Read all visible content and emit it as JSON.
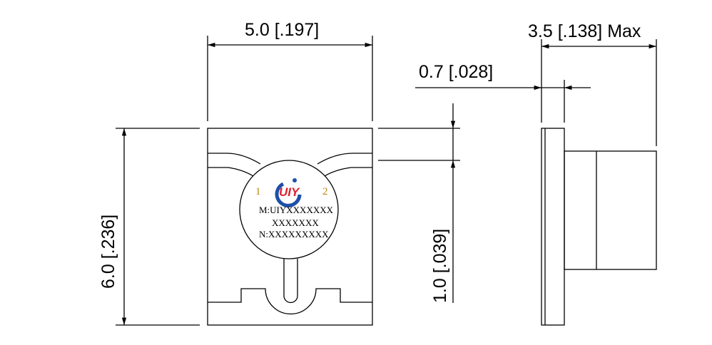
{
  "dimensions": {
    "width": "5.0 [.197]",
    "height": "6.0 [.236]",
    "tab": "1.0 [.039]",
    "flange": "0.7 [.028]",
    "depth": "3.5 [.138] Max"
  },
  "label": {
    "port1": "1",
    "port2": "2",
    "line_m": "M:UIYXXXXXXX",
    "line_x": "XXXXXXX",
    "line_n": "N:XXXXXXXXX",
    "logo": "UIY"
  },
  "colors": {
    "logo_blue": "#1f4fa8",
    "logo_red": "#e0202a"
  }
}
